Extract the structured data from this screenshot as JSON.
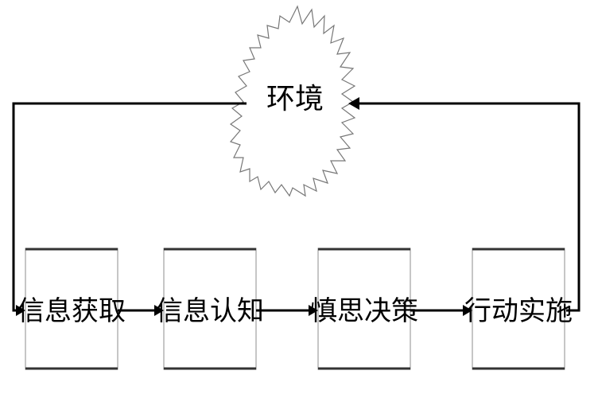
{
  "environment": {
    "label": "环境"
  },
  "steps": [
    {
      "id": "acquire",
      "label": "信息获取"
    },
    {
      "id": "cognize",
      "label": "信息认知"
    },
    {
      "id": "decide",
      "label": "慎思决策"
    },
    {
      "id": "act",
      "label": "行动实施"
    }
  ],
  "flow": {
    "sequence": [
      "acquire",
      "cognize",
      "decide",
      "act"
    ],
    "feedback": [
      "act -> environment",
      "environment -> acquire"
    ]
  }
}
